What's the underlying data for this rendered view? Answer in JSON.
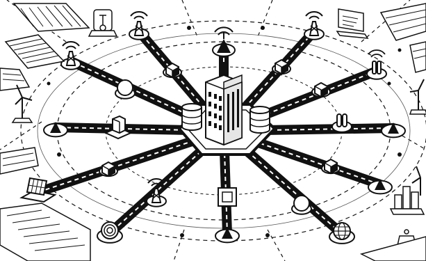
{
  "colors": {
    "ink": "#111111",
    "paper": "#ffffff",
    "lane": "#ffffff",
    "soft": "#d9d9d9"
  },
  "hub": {
    "label": "",
    "icon": "office-building-icon",
    "side_icons": [
      "database-icon",
      "database-icon"
    ]
  },
  "spokes": [
    {
      "direction": "north",
      "node_icon": "signal-beacon-icon",
      "mid_icon": "none"
    },
    {
      "direction": "north-east",
      "node_icon": "radio-tower-icon",
      "mid_icon": "cube-icon"
    },
    {
      "direction": "east-north-east",
      "node_icon": "dish-antenna-icon",
      "mid_icon": "cube-icon"
    },
    {
      "direction": "east",
      "node_icon": "triangle-marker-icon",
      "mid_icon": "silo-icon"
    },
    {
      "direction": "south-east",
      "node_icon": "triangle-marker-icon",
      "mid_icon": "cube-icon"
    },
    {
      "direction": "south-south-east",
      "node_icon": "globe-icon",
      "mid_icon": "sphere-icon"
    },
    {
      "direction": "south",
      "node_icon": "triangle-marker-icon",
      "mid_icon": "square-frame-icon"
    },
    {
      "direction": "south-west",
      "node_icon": "target-icon",
      "mid_icon": "radio-tower-icon"
    },
    {
      "direction": "west-south-west",
      "node_icon": "solar-panel-icon",
      "mid_icon": "cube-icon"
    },
    {
      "direction": "west",
      "node_icon": "triangle-marker-icon",
      "mid_icon": "server-icon"
    },
    {
      "direction": "north-west",
      "node_icon": "radio-tower-icon",
      "mid_icon": "sphere-icon"
    },
    {
      "direction": "north-north-west",
      "node_icon": "radio-tower-icon",
      "mid_icon": "cube-icon"
    }
  ],
  "periphery": {
    "top_left": [
      "crop-field-icon",
      "crop-field-icon",
      "wind-turbine-icon"
    ],
    "top_right": [
      "computer-monitor-icon",
      "crop-field-icon",
      "wind-turbine-icon"
    ],
    "bottom_left": [
      "solar-panel-icon",
      "crop-field-icon"
    ],
    "bottom_right": [
      "city-buildings-icon",
      "wind-turbine-icon",
      "lantern-icon"
    ]
  }
}
